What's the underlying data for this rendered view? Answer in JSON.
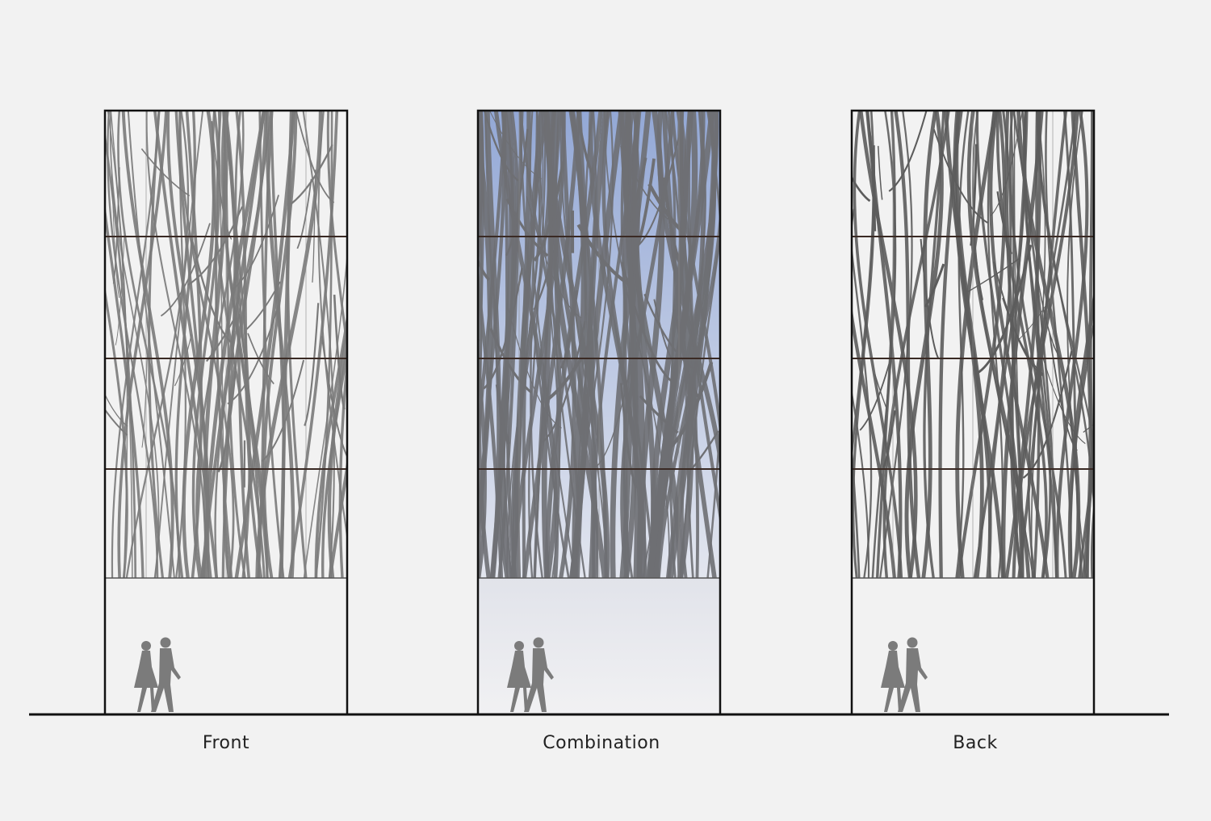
{
  "panels": [
    {
      "id": "front",
      "label": "Front",
      "background": "plain",
      "density": 0.55,
      "color": "#7a7a7a"
    },
    {
      "id": "combination",
      "label": "Combination",
      "background": "sky",
      "density": 1.0,
      "color": "#6e6f73"
    },
    {
      "id": "back",
      "label": "Back",
      "background": "plain",
      "density": 0.55,
      "color": "#5c5c5c"
    }
  ],
  "colors": {
    "background": "#f2f2f2",
    "frame": "#111111",
    "floor_line": "#3a2a24",
    "sky_top": "#93a8d6",
    "sky_bottom": "#e6e8ef",
    "people": "#7b7b7b"
  }
}
